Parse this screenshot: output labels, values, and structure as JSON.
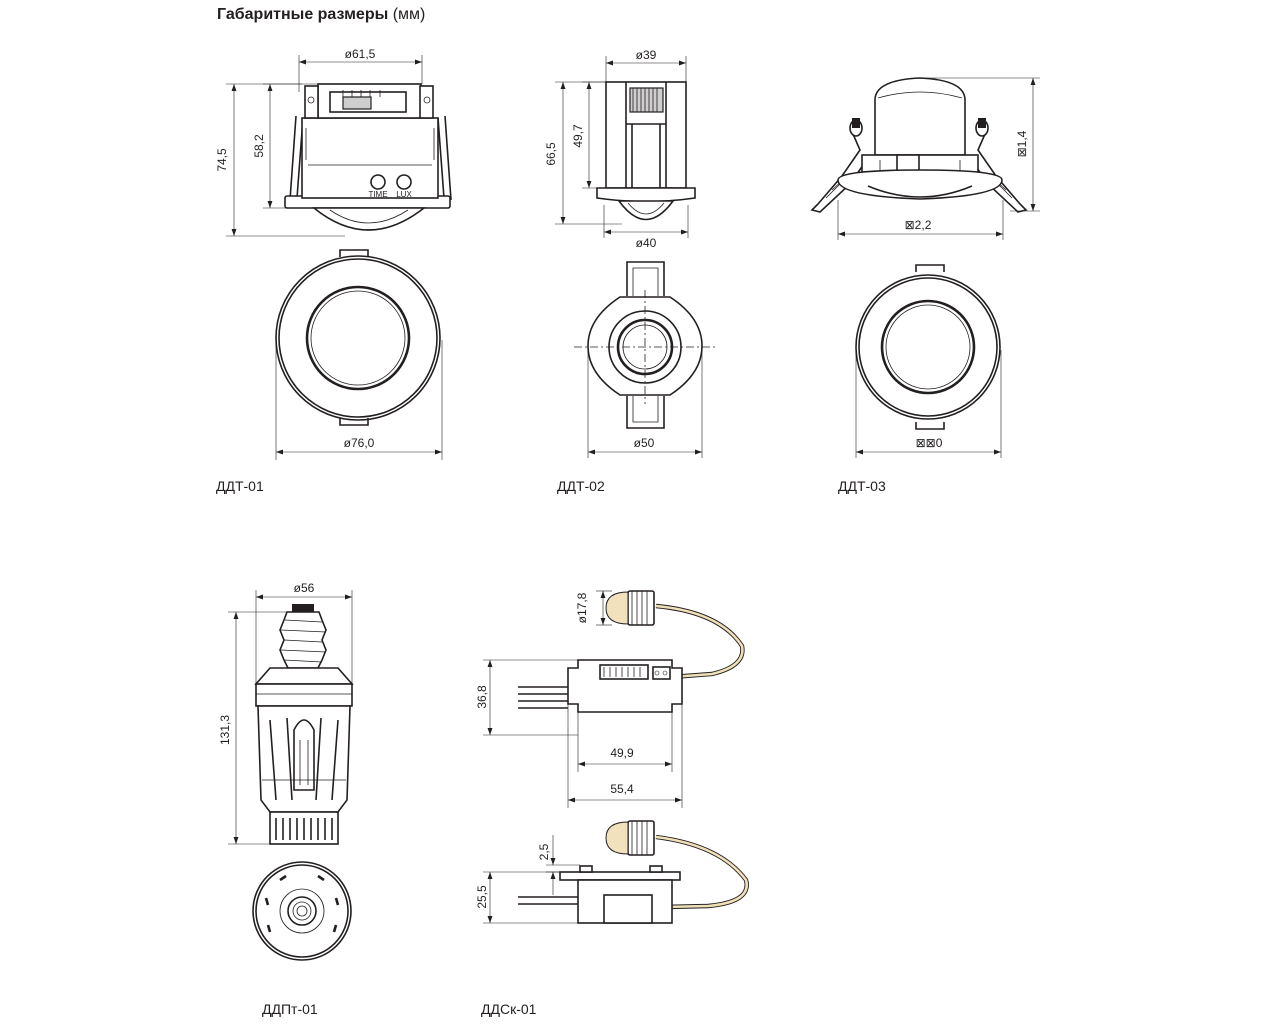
{
  "title": {
    "bold": "Габаритные размеры",
    "unit": "(мм)"
  },
  "colors": {
    "line": "#231f20",
    "cable": "#f1e2bd",
    "background": "#ffffff"
  },
  "ddt01": {
    "label": "ДДТ-01",
    "dims": {
      "top_width": "ø61,5",
      "total_height": "74,5",
      "body_height": "58,2",
      "face_diameter": "ø76,0"
    },
    "buttons": {
      "time": "TIME",
      "lux": "LUX"
    }
  },
  "ddt02": {
    "label": "ДДТ-02",
    "dims": {
      "top_width": "ø39",
      "total_height": "66,5",
      "body_height": "49,7",
      "base_diameter": "ø40",
      "face_width": "ø50"
    }
  },
  "ddt03": {
    "label": "ДДТ-03",
    "dims": {
      "height": "⊠1,4",
      "width": "⊠2,2",
      "face_diameter": "⊠⊠0"
    }
  },
  "ddpt01": {
    "label": "ДДПт-01",
    "dims": {
      "diameter": "ø56",
      "height": "131,3"
    }
  },
  "ddsk01": {
    "label": "ДДСк-01",
    "dims": {
      "sensor_diameter": "ø17,8",
      "height": "36,8",
      "inner_width": "49,9",
      "total_width": "55,4",
      "flange": "2,5",
      "side_height": "25,5"
    }
  }
}
